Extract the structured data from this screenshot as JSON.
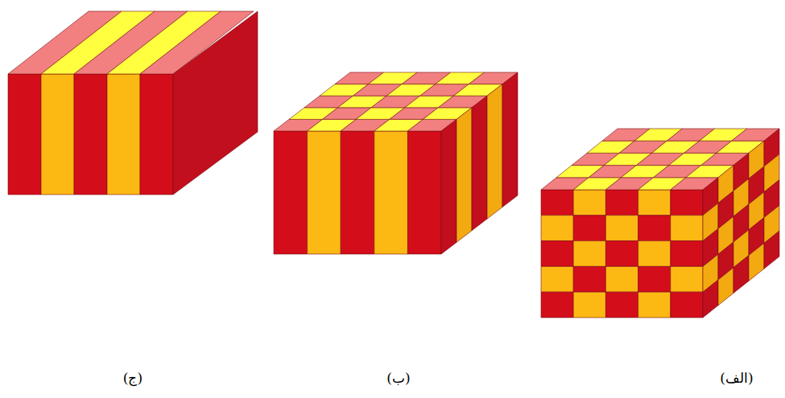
{
  "diagram": {
    "labels": [
      "(الف)",
      "(ب)",
      "(ج)"
    ]
  }
}
